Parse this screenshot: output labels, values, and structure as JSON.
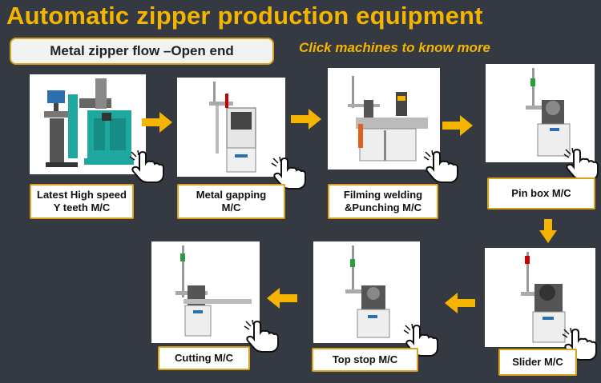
{
  "title": "Automatic zipper production equipment",
  "flow_label": "Metal zipper flow –Open end",
  "hint": "Click machines to know more",
  "colors": {
    "accent": "#f5b400",
    "background": "#353a42",
    "machine_teal": "#1fa8a0"
  },
  "machines": [
    {
      "label": "Latest High speed\nY teeth M/C",
      "icon": "pointing-hand-icon"
    },
    {
      "label": "Metal gapping\nM/C",
      "icon": "pointing-hand-icon"
    },
    {
      "label": "Filming welding\n&Punching M/C",
      "icon": "pointing-hand-icon"
    },
    {
      "label": "Pin box M/C",
      "icon": "pointing-hand-icon"
    },
    {
      "label": "Slider  M/C",
      "icon": "pointing-hand-icon"
    },
    {
      "label": "Top stop M/C",
      "icon": "pointing-hand-icon"
    },
    {
      "label": "Cutting M/C",
      "icon": "pointing-hand-icon"
    }
  ]
}
